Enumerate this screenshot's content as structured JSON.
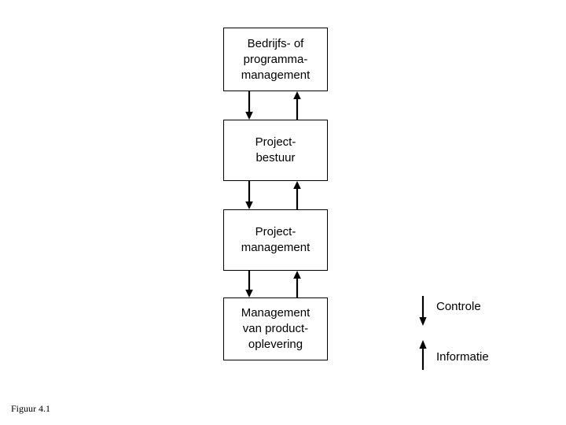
{
  "figure": {
    "caption": "Figuur 4.1",
    "background_color": "#ffffff",
    "stroke_color": "#000000",
    "text_color": "#000000"
  },
  "boxes": [
    {
      "id": "bedrijfs-of-programma-management",
      "label": "Bedrijfs- of\nprogramma-\nmanagement"
    },
    {
      "id": "project-bestuur",
      "label": "Project-\nbestuur"
    },
    {
      "id": "project-management",
      "label": "Project-\nmanagement"
    },
    {
      "id": "management-van-product-oplevering",
      "label": "Management\nvan product-\noplevering"
    }
  ],
  "connectors": [
    {
      "from": "bedrijfs-of-programma-management",
      "to": "project-bestuur",
      "direction": "down",
      "meaning": "Controle"
    },
    {
      "from": "project-bestuur",
      "to": "bedrijfs-of-programma-management",
      "direction": "up",
      "meaning": "Informatie"
    },
    {
      "from": "project-bestuur",
      "to": "project-management",
      "direction": "down",
      "meaning": "Controle"
    },
    {
      "from": "project-management",
      "to": "project-bestuur",
      "direction": "up",
      "meaning": "Informatie"
    },
    {
      "from": "project-management",
      "to": "management-van-product-oplevering",
      "direction": "down",
      "meaning": "Controle"
    },
    {
      "from": "management-van-product-oplevering",
      "to": "project-management",
      "direction": "up",
      "meaning": "Informatie"
    }
  ],
  "legend": {
    "items": [
      {
        "icon": "arrow-down-icon",
        "label": "Controle"
      },
      {
        "icon": "arrow-up-icon",
        "label": "Informatie"
      }
    ]
  }
}
